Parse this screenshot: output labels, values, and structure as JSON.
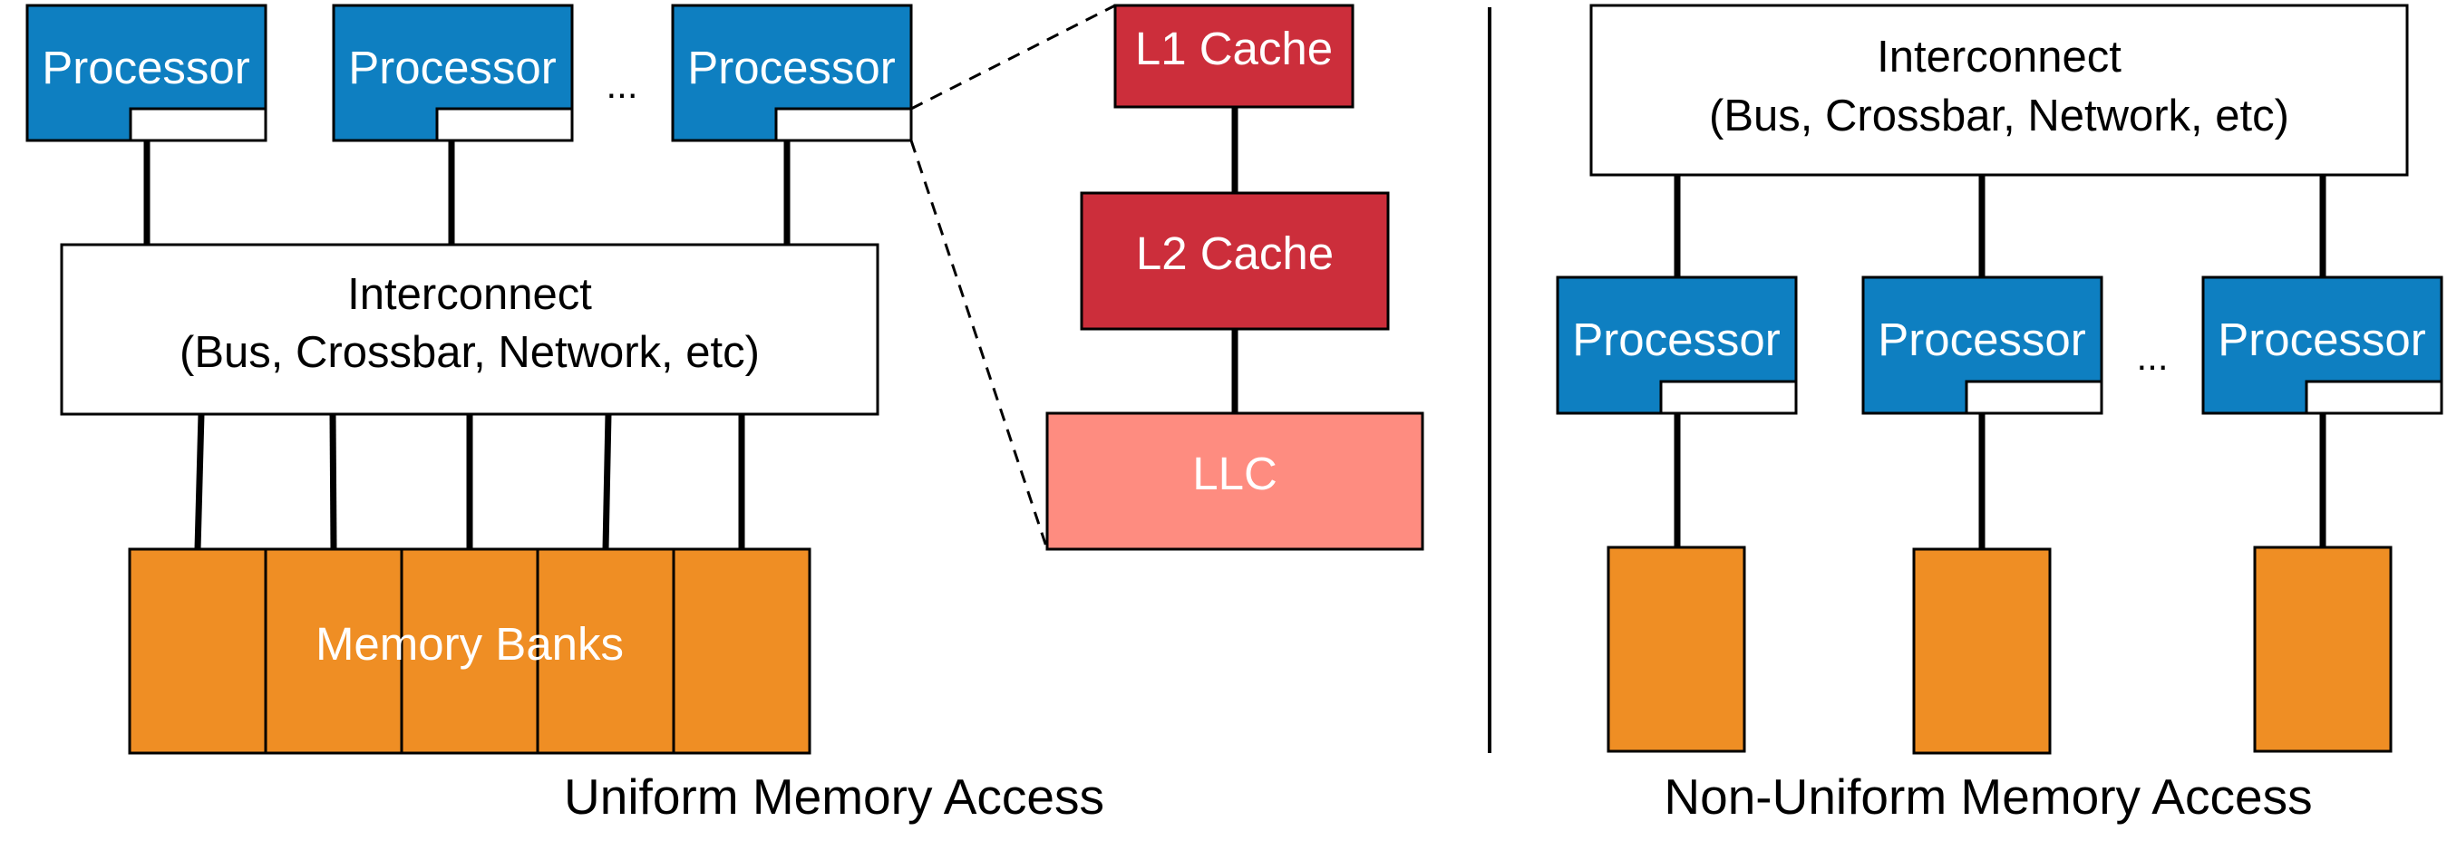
{
  "colors": {
    "processor": "#0e7fc1",
    "cache_red": "#cc2e3b",
    "llc": "#fe8c80",
    "memory": "#ef8e24",
    "interconnect": "#ffffff",
    "stroke": "#000000"
  },
  "processor_label": "Processor",
  "ellipsis": "...",
  "interconnect": {
    "line1": "Interconnect",
    "line2": "(Bus, Crossbar, Network, etc)"
  },
  "uma": {
    "memory_label": "Memory Banks",
    "caption": "Uniform Memory Access"
  },
  "cache_hierarchy": {
    "l1": "L1 Cache",
    "l2": "L2 Cache",
    "llc": "LLC"
  },
  "numa": {
    "caption": "Non-Uniform Memory Access"
  }
}
